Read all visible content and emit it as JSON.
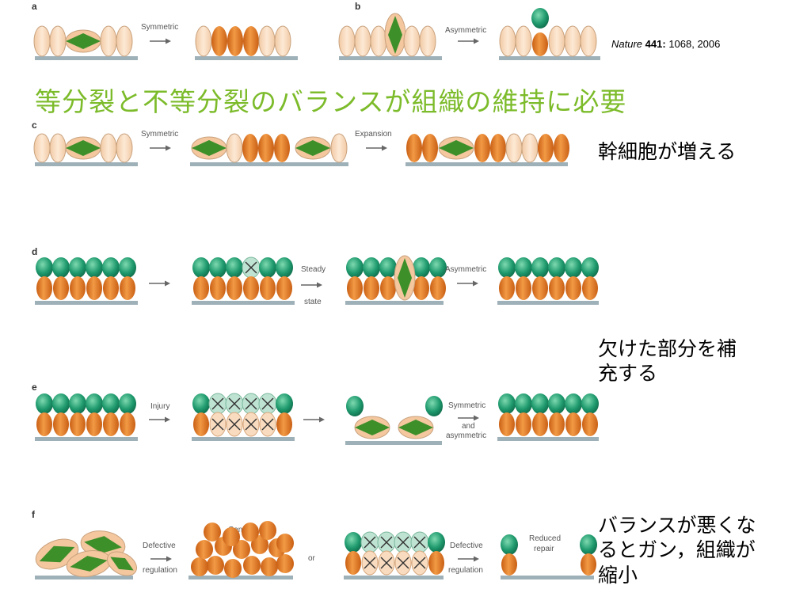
{
  "citation": {
    "journal": "Nature",
    "volume": "441:",
    "pages": "1068, 2006"
  },
  "title": "等分裂と不等分裂のバランスが組織の維持に必要",
  "notes": {
    "expansion": "幹細胞が増える",
    "repair": [
      "欠けた部分を補",
      "充する"
    ],
    "cancer": [
      "バランスが悪くな",
      "るとガン，組織が",
      "縮小"
    ]
  },
  "panels": {
    "a": {
      "letter": "a",
      "arrow": "Symmetric"
    },
    "b": {
      "letter": "b",
      "arrow": "Asymmetric"
    },
    "c": {
      "letter": "c",
      "arrow1": "Symmetric",
      "arrow2": "Expansion"
    },
    "d": {
      "letter": "d",
      "arrow2": [
        "Steady",
        "state"
      ],
      "arrow3": "Asymmetric"
    },
    "e": {
      "letter": "e",
      "arrow1": "Injury",
      "arrow3": [
        "Symmetric",
        "and",
        "asymmetric"
      ]
    },
    "f": {
      "letter": "f",
      "arrow1": [
        "Defective",
        "regulation"
      ],
      "label_cancer": "Cancer",
      "or": "or",
      "arrow2": [
        "Defective",
        "regulation"
      ],
      "label_repair": [
        "Reduced",
        "repair"
      ]
    }
  },
  "colors": {
    "title": "#7cbb2a",
    "stem_orange": "#e97e2a",
    "pale_cell": "#f9dcc0",
    "green_cell": "#1f9a6e",
    "spindle": "#3d8f2a",
    "basement": "#9fb1b8"
  }
}
